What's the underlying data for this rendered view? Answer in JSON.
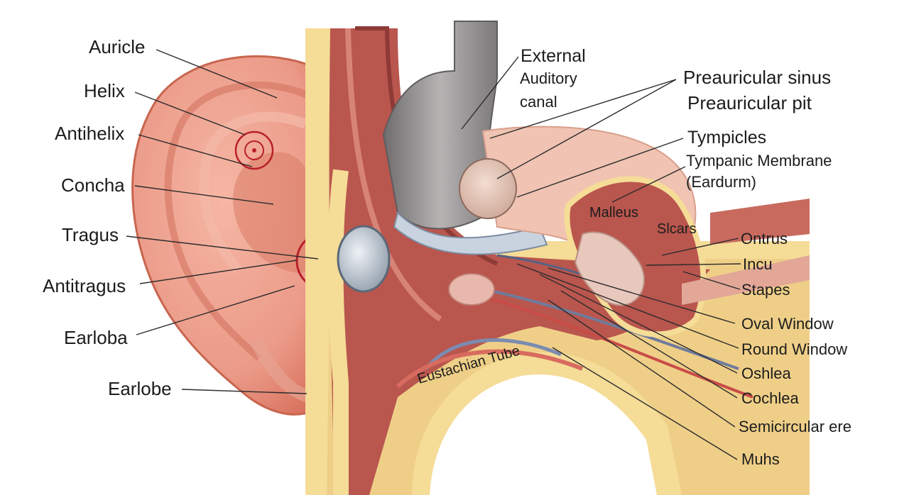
{
  "labels": {
    "auricle": "Auricle",
    "helix": "Helix",
    "antihelix": "Antihelix",
    "concha": "Concha",
    "tragus": "Tragus",
    "antitragus": "Antitragus",
    "earloba": "Earloba",
    "earlobe": "Earlobe",
    "external_line1": "External",
    "external_line2": "Auditory",
    "external_line3": "canal",
    "preauricular_sinus": "Preauricular sinus",
    "preauricular_pit": "Preauricular pit",
    "tympicles": "Tympicles",
    "tympanic_membrane": "Tympanic Membrane",
    "eardrum": "(Eardurm)",
    "malleus": "Malleus",
    "slcars": "Slcars",
    "ontrus": "Ontrus",
    "incu": "Incu",
    "stapes": "Stapes",
    "oval_window": "Oval Window",
    "round_window": "Round Window",
    "oshlea": "Oshlea",
    "cochlea": "Cochlea",
    "semicircular": "Semicircular ere",
    "muhs": "Muhs",
    "eustachian_tube": "Eustachian Tube"
  },
  "colors": {
    "skin": "#eb9a88",
    "skin_dark": "#d9735f",
    "cartilage": "#f5dc97",
    "muscle": "#b9564e",
    "canal_gray": "#8e8b8c",
    "highlight_circle": "#b81f2a"
  }
}
